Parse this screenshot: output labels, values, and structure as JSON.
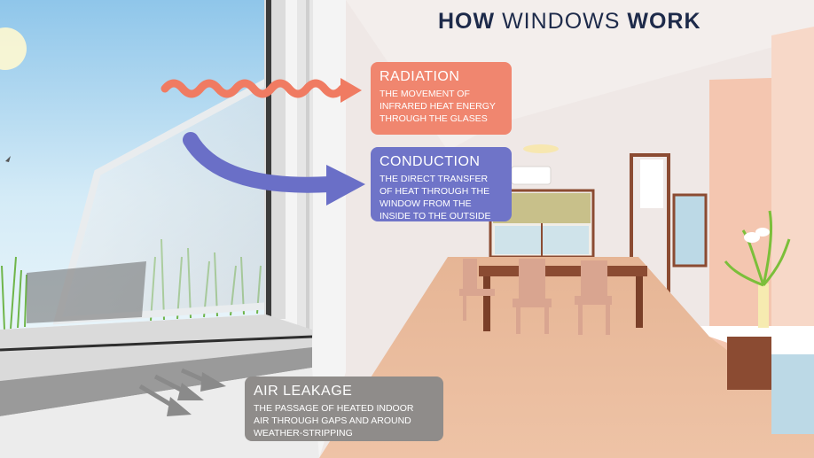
{
  "title": {
    "part1": "HOW",
    "part2": "WINDOWS",
    "part3": "WORK"
  },
  "callouts": {
    "radiation": {
      "heading": "RADIATION",
      "description": "THE MOVEMENT OF\nINFRARED HEAT ENERGY\nTHROUGH THE GLASES",
      "color": "#f0866f"
    },
    "conduction": {
      "heading": "CONDUCTION",
      "description": "THE DIRECT TRANSFER\nOF HEAT THROUGH THE\n WINDOW FROM THE\nINSIDE TO THE OUTSIDE",
      "color": "#6f74c8"
    },
    "air_leakage": {
      "heading": "AIR LEAKAGE",
      "description": "THE PASSAGE OF HEATED INDOOR\nAIR THROUGH GAPS AND AROUND\nWEATHER-STRIPPING",
      "color": "#8f8c8a"
    }
  },
  "colors": {
    "title": "#1d2a4a",
    "sky": "#b9dcf0",
    "floor": "#e9b89a",
    "wall": "#ede6e3",
    "radiation_arrow": "#f07b62",
    "conduction_arrow": "#6a6fc7",
    "leakage_arrow": "#8a8a8a"
  }
}
